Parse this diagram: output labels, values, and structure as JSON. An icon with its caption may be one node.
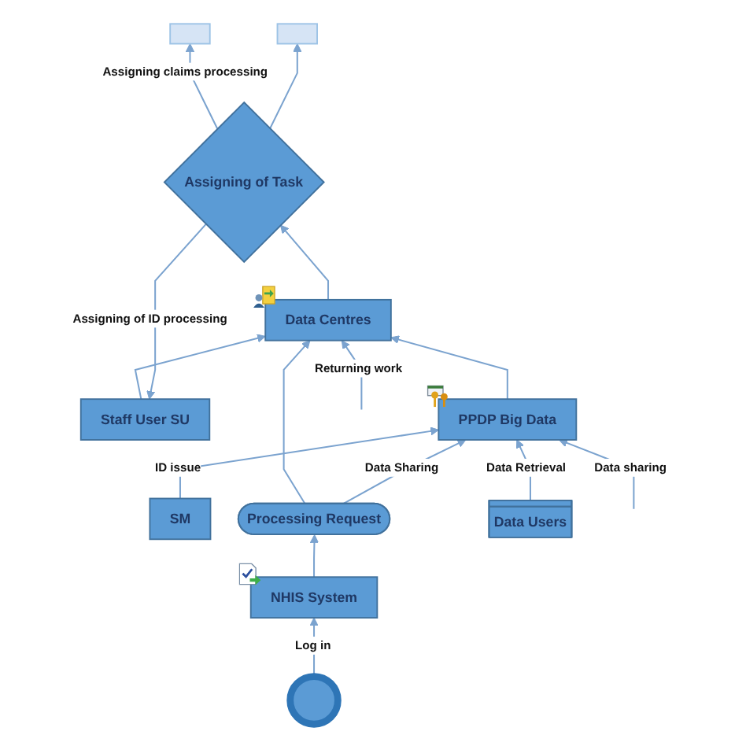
{
  "diagram": {
    "nodes": [
      {
        "text": [],
        "shape": "box"
      },
      {
        "text": [],
        "shape": "box"
      },
      {
        "text": [
          "Staff User SU"
        ]
      },
      {
        "text": [
          "Assigning of Task"
        ]
      },
      {
        "text": [
          "SM"
        ]
      },
      {
        "text": [
          "Data Centres"
        ]
      },
      {
        "text": [
          "PPDP Big Data"
        ]
      },
      {
        "text": [
          "Processing Request"
        ]
      },
      {
        "text": [
          "Data Users"
        ]
      },
      {
        "text": [
          "NHIS System"
        ]
      },
      {
        "text": [],
        "shape": "circle"
      }
    ],
    "edges": [
      {
        "from": 3,
        "to": 0,
        "arrow": "to",
        "label": "Assigning claims processing"
      },
      {
        "from": 3,
        "to": 1,
        "arrow": "to"
      },
      {
        "from": null,
        "to": 5,
        "arrow": "to",
        "label": "Returning work"
      },
      {
        "from": 2,
        "to": 5,
        "arrow": "to"
      },
      {
        "from": null,
        "to": 6,
        "arrow": "to",
        "label": "Data sharing"
      },
      {
        "from": 3,
        "to": 2,
        "arrow": "to",
        "label": "Assigning of ID processing"
      },
      {
        "from": 5,
        "to": 3,
        "arrow": "to"
      },
      {
        "from": 4,
        "to": 6,
        "arrow": "to",
        "label": "ID issue"
      },
      {
        "from": 6,
        "to": 5,
        "arrow": "to"
      },
      {
        "from": 7,
        "to": 5,
        "arrow": "to"
      },
      {
        "from": 7,
        "to": 6,
        "arrow": "to",
        "label": "Data Sharing"
      },
      {
        "from": 8,
        "to": 6,
        "arrow": "to",
        "label": "Data Retrieval"
      },
      {
        "from": 9,
        "to": 7,
        "arrow": "to"
      },
      {
        "from": 10,
        "to": 9,
        "arrow": "to",
        "label": "Log in"
      }
    ]
  }
}
